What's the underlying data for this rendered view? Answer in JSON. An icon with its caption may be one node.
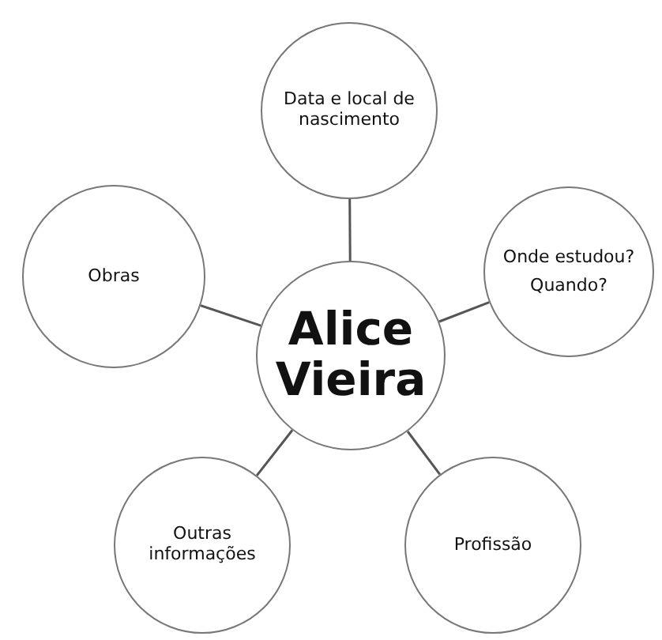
{
  "diagram": {
    "nodes": [
      {
        "text": [
          "Data e local de nascimento"
        ]
      },
      {
        "text": [
          "Obras"
        ]
      },
      {
        "text": [
          "Onde estudou?",
          "Quando?"
        ]
      },
      {
        "text": [
          "Alice Vieira"
        ]
      },
      {
        "text": [
          "Outras informações"
        ]
      },
      {
        "text": [
          "Profissão"
        ]
      }
    ],
    "edges": [
      {
        "from": 3,
        "to": 0,
        "arrow": "none"
      },
      {
        "from": 3,
        "to": 1,
        "arrow": "none"
      },
      {
        "from": 3,
        "to": 2,
        "arrow": "none"
      },
      {
        "from": 3,
        "to": 4,
        "arrow": "none"
      },
      {
        "from": 3,
        "to": 5,
        "arrow": "none"
      }
    ]
  }
}
